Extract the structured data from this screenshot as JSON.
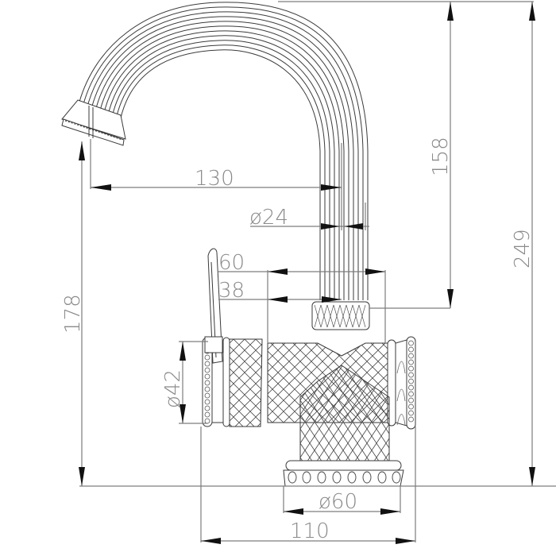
{
  "drawing": {
    "subject": "Faucet technical dimension drawing",
    "units": "mm",
    "colors": {
      "background": "#ffffff",
      "dimension_line": "#7d7d7d",
      "dimension_text": "#8a8a8a",
      "body_line": "#3a3a3a",
      "arrowhead": "#111111"
    }
  },
  "dimensions": {
    "spout_reach": "130",
    "spout_diameter": "ø24",
    "handle_reach_60": "60",
    "handle_reach_38": "38",
    "body_diameter": "ø42",
    "spout_height_above_body": "158",
    "total_height": "249",
    "spout_outlet_height": "178",
    "base_diameter": "ø60",
    "overall_width": "110"
  }
}
